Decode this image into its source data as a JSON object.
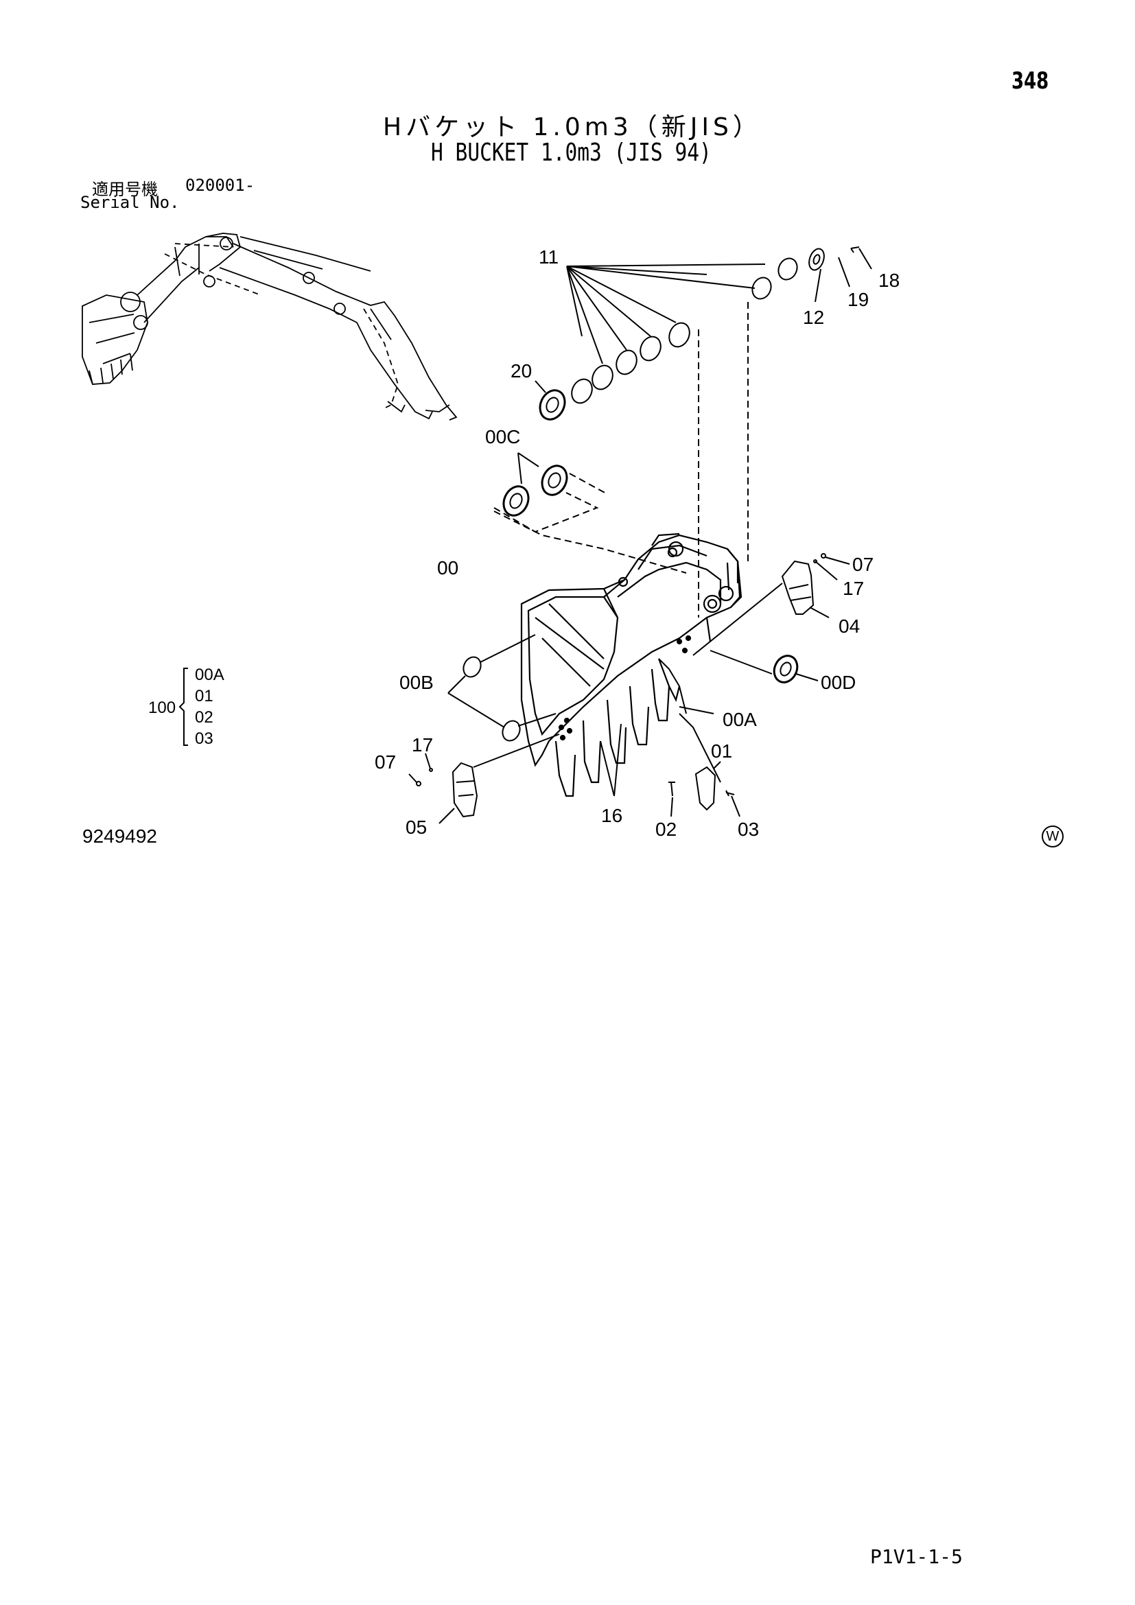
{
  "page_number": "348",
  "title_ja": "Hバケット 1.0m3（新JIS）",
  "title_en": "H BUCKET 1.0m3 (JIS 94)",
  "serial": {
    "label_ja": "適用号機",
    "value": "020001-",
    "label_en": "Serial No."
  },
  "kit": {
    "number": "100",
    "items": [
      "00A",
      "01",
      "02",
      "03"
    ]
  },
  "callouts": {
    "c11": "11",
    "c12": "12",
    "c18": "18",
    "c19": "19",
    "c20": "20",
    "c00C": "00C",
    "c00": "00",
    "c07a": "07",
    "c17a": "17",
    "c04": "04",
    "c00B": "00B",
    "c00D": "00D",
    "c00A": "00A",
    "c17b": "17",
    "c07b": "07",
    "c01": "01",
    "c05": "05",
    "c16": "16",
    "c02": "02",
    "c03": "03"
  },
  "document_number": "9249492",
  "footer_code": "P1V1-1-5",
  "watermark": "W"
}
